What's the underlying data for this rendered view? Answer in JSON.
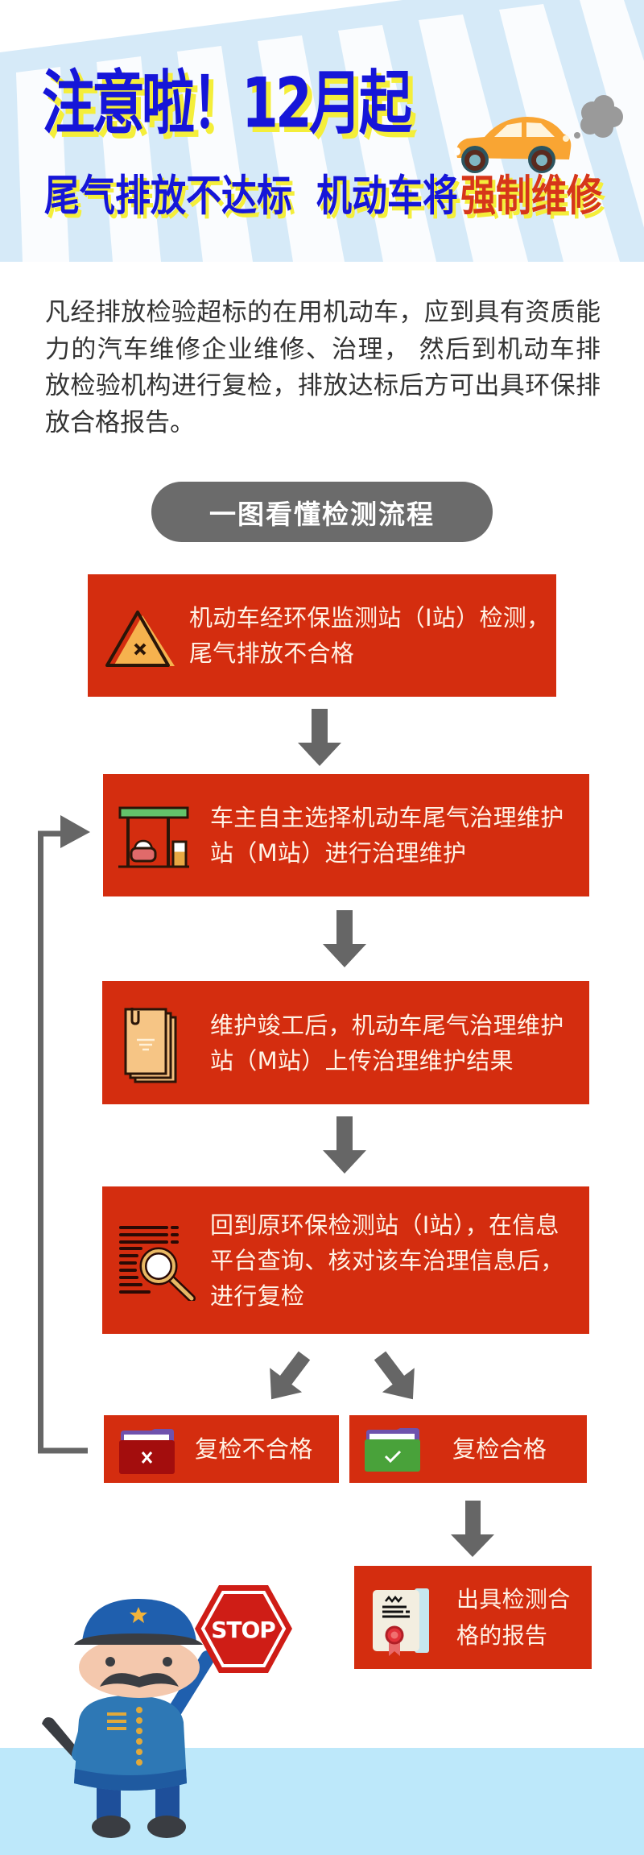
{
  "header": {
    "title": "注意啦！12月起",
    "subtitle_part1": "尾气排放不达标",
    "subtitle_part2": "机动车将",
    "subtitle_highlight": "强制维修"
  },
  "intro": {
    "lines": [
      "凡经排放检验超标的在用机动车，应到具有资质能",
      "力的汽车维修企业维修、治理， 然后到机动车排",
      "放检验机构进行复检，排放达标后方可出具环保排",
      "放合格报告。"
    ]
  },
  "section_pill": {
    "label": "一图看懂检测流程"
  },
  "flow": {
    "steps": [
      {
        "icon": "warning-triangle-icon",
        "lines": [
          "机动车经环保监测站（I站）检测，",
          "尾气排放不合格"
        ]
      },
      {
        "icon": "service-station-icon",
        "lines": [
          "车主自主选择机动车尾气治理维护",
          "站（M站）进行治理维护"
        ]
      },
      {
        "icon": "documents-icon",
        "lines": [
          "维护竣工后，机动车尾气治理维护",
          "站（M站）上传治理维护结果"
        ]
      },
      {
        "icon": "search-document-icon",
        "lines": [
          "回到原环保检测站（I站），在信息",
          "平台查询、核对该车治理信息后，",
          "进行复检"
        ]
      }
    ],
    "outcomes": {
      "fail": {
        "icon": "folder-x-icon",
        "label": "复检不合格"
      },
      "pass": {
        "icon": "folder-check-icon",
        "label": "复检合格"
      }
    },
    "final": {
      "icon": "certificate-icon",
      "lines": [
        "出具检测合",
        "格的报告"
      ]
    }
  },
  "illustration": {
    "stop_sign_text": "STOP"
  },
  "colors": {
    "step_box": "#d42d0f",
    "arrow": "#666666",
    "title_blue": "#1616d8",
    "highlight_red": "#d6361a",
    "title_shadow": "#f4ee3a",
    "header_bg": "#d6eaf8",
    "footer_bg": "#bde8fa",
    "pill_bg": "#6b6b6b",
    "car": "#f9a533"
  }
}
